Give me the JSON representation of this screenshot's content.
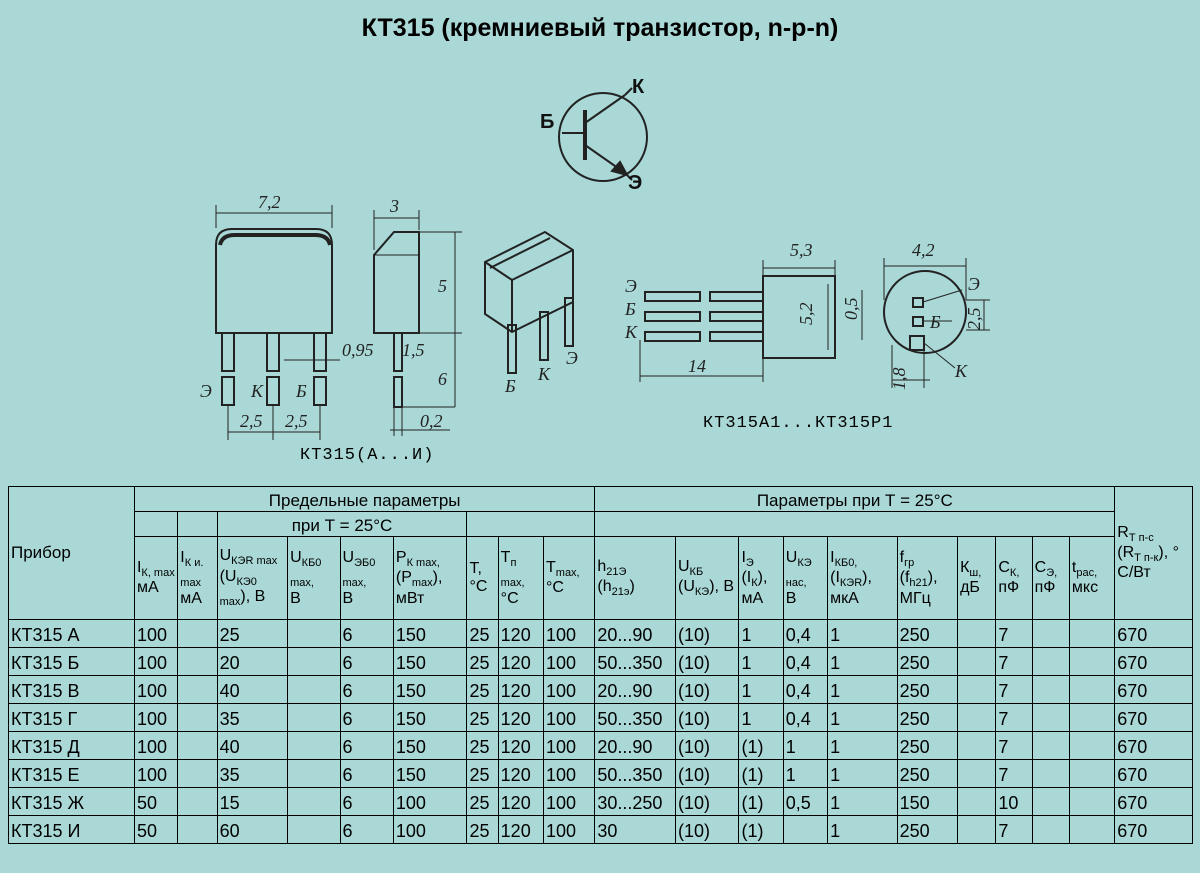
{
  "title": "КТ315 (кремниевый транзистор, n-p-n)",
  "schematic": {
    "base": "Б",
    "collector": "К",
    "emitter": "Э"
  },
  "drawing_left": {
    "caption": "КТ315(А...И)",
    "dims": [
      "7,2",
      "3",
      "5",
      "6",
      "0,95",
      "1,5",
      "0,2",
      "2,5",
      "2,5"
    ],
    "pins": [
      "Э",
      "К",
      "Б"
    ],
    "iso_pins": [
      "Б",
      "К",
      "Э"
    ]
  },
  "drawing_right": {
    "caption": "КТ315А1...КТ315Р1",
    "dims": [
      "5,3",
      "5,2",
      "14",
      "0,5",
      "4,2",
      "2,5",
      "1,8"
    ],
    "pins": [
      "Э",
      "Б",
      "К"
    ],
    "round_pins": [
      "Э",
      "Б",
      "К"
    ]
  },
  "table": {
    "col_device": "Прибор",
    "group_limits": "Предельные параметры",
    "group_limits_sub": "при Т = 25°С",
    "group_params": "Параметры при Т = 25°С",
    "headers": [
      {
        "main": "I",
        "sub": "К, max",
        "unit": "мА"
      },
      {
        "main": "I",
        "sub": "К и. max",
        "unit": "мА"
      },
      {
        "main": "U",
        "sub": "КЭR max",
        "extra": "(U",
        "extra_sub": "КЭ0 max",
        "unit": "), В"
      },
      {
        "main": "U",
        "sub": "КБ0 max,",
        "unit": "В"
      },
      {
        "main": "U",
        "sub": "ЭБ0 max,",
        "unit": "В"
      },
      {
        "main": "P",
        "sub": "К max,",
        "extra": "(P",
        "extra_sub": "max",
        "unit": "), мВт"
      },
      {
        "main": "T,",
        "unit": "°С"
      },
      {
        "main": "T",
        "sub": "п max,",
        "unit": "°С"
      },
      {
        "main": "T",
        "sub": "max,",
        "unit": "°С"
      },
      {
        "main": "h",
        "sub": "21Э",
        "extra": "(h",
        "extra_sub": "21э",
        "unit": ")"
      },
      {
        "main": "U",
        "sub": "КБ",
        "extra": "(U",
        "extra_sub": "КЭ",
        "unit": "), В"
      },
      {
        "main": "I",
        "sub": "Э",
        "extra": "(I",
        "extra_sub": "К",
        "unit": "), мА"
      },
      {
        "main": "U",
        "sub": "КЭ нас,",
        "unit": "В"
      },
      {
        "main": "I",
        "sub": "КБ0,",
        "extra": "(I",
        "extra_sub": "КЭR",
        "unit": "), мкА"
      },
      {
        "main": "f",
        "sub": "гр",
        "extra": "(f",
        "extra_sub": "h21",
        "unit": "), МГц"
      },
      {
        "main": "К",
        "sub": "ш,",
        "unit": "дБ"
      },
      {
        "main": "С",
        "sub": "К,",
        "unit": "пФ"
      },
      {
        "main": "С",
        "sub": "Э,",
        "unit": "пФ"
      },
      {
        "main": "t",
        "sub": "рас,",
        "unit": "мкс"
      },
      {
        "main": "R",
        "sub": "Т п-с",
        "extra": "(R",
        "extra_sub": "Т п-к",
        "unit": "), ° С/Вт"
      }
    ],
    "rows": [
      [
        "КТ315 А",
        "100",
        "",
        "25",
        "",
        "6",
        "150",
        "25",
        "120",
        "100",
        "20...90",
        "(10)",
        "1",
        "0,4",
        "1",
        "250",
        "",
        "7",
        "",
        "",
        "670"
      ],
      [
        "КТ315 Б",
        "100",
        "",
        "20",
        "",
        "6",
        "150",
        "25",
        "120",
        "100",
        "50...350",
        "(10)",
        "1",
        "0,4",
        "1",
        "250",
        "",
        "7",
        "",
        "",
        "670"
      ],
      [
        "КТ315 В",
        "100",
        "",
        "40",
        "",
        "6",
        "150",
        "25",
        "120",
        "100",
        "20...90",
        "(10)",
        "1",
        "0,4",
        "1",
        "250",
        "",
        "7",
        "",
        "",
        "670"
      ],
      [
        "КТ315 Г",
        "100",
        "",
        "35",
        "",
        "6",
        "150",
        "25",
        "120",
        "100",
        "50...350",
        "(10)",
        "1",
        "0,4",
        "1",
        "250",
        "",
        "7",
        "",
        "",
        "670"
      ],
      [
        "КТ315 Д",
        "100",
        "",
        "40",
        "",
        "6",
        "150",
        "25",
        "120",
        "100",
        "20...90",
        "(10)",
        "(1)",
        "1",
        "1",
        "250",
        "",
        "7",
        "",
        "",
        "670"
      ],
      [
        "КТ315 Е",
        "100",
        "",
        "35",
        "",
        "6",
        "150",
        "25",
        "120",
        "100",
        "50...350",
        "(10)",
        "(1)",
        "1",
        "1",
        "250",
        "",
        "7",
        "",
        "",
        "670"
      ],
      [
        "КТ315 Ж",
        "50",
        "",
        "15",
        "",
        "6",
        "100",
        "25",
        "120",
        "100",
        "30...250",
        "(10)",
        "(1)",
        "0,5",
        "1",
        "150",
        "",
        "10",
        "",
        "",
        "670"
      ],
      [
        "КТ315 И",
        "50",
        "",
        "60",
        "",
        "6",
        "100",
        "25",
        "120",
        "100",
        "30",
        "(10)",
        "(1)",
        "",
        "1",
        "250",
        "",
        "7",
        "",
        "",
        "670"
      ]
    ]
  }
}
